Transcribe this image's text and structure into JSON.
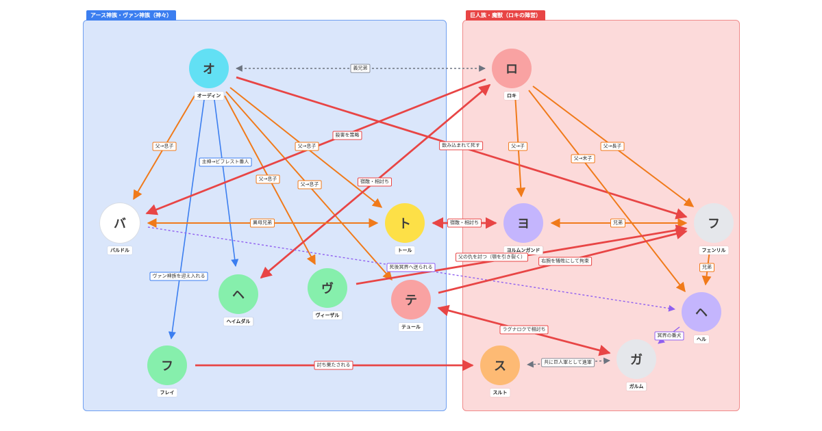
{
  "groups": {
    "aesir": "アース神族・ヴァン神族（神々）",
    "jotun": "巨人族・魔獣（ロキの陣営）"
  },
  "colors": {
    "orange": "#f07a1a",
    "red": "#e84545",
    "blue": "#3b7ef0",
    "purple": "#8f5ff0",
    "gray": "#6d7480"
  },
  "nodes": {
    "odin": {
      "glyph": "オ",
      "label": "オーディン",
      "color": "#62e0f4"
    },
    "loki": {
      "glyph": "ロ",
      "label": "ロキ",
      "color": "#f9a2a2"
    },
    "baldr": {
      "glyph": "バ",
      "label": "バルドル",
      "color": "#ffffff"
    },
    "thor": {
      "glyph": "ト",
      "label": "トール",
      "color": "#fde047"
    },
    "jormungandr": {
      "glyph": "ヨ",
      "label": "ヨルムンガンド",
      "color": "#c4b5fd"
    },
    "fenrir": {
      "glyph": "フ",
      "label": "フェンリル",
      "color": "#e5e7eb"
    },
    "heimdall": {
      "glyph": "ヘ",
      "label": "ヘイムダル",
      "color": "#86efac"
    },
    "vidar": {
      "glyph": "ヴ",
      "label": "ヴィーザル",
      "color": "#86efac"
    },
    "tyr": {
      "glyph": "テ",
      "label": "テュール",
      "color": "#f9a2a2"
    },
    "hel": {
      "glyph": "ヘ",
      "label": "ヘル",
      "color": "#c4b5fd"
    },
    "freyr": {
      "glyph": "フ",
      "label": "フレイ",
      "color": "#86efac"
    },
    "surtr": {
      "glyph": "ス",
      "label": "スルト",
      "color": "#fdba74"
    },
    "garmr": {
      "glyph": "ガ",
      "label": "ガルム",
      "color": "#e5e7eb"
    }
  },
  "edges": {
    "odin_loki": "義兄弟",
    "odin_baldr": "父→息子",
    "odin_heimdall": "主神→ビフレスト番人",
    "odin_vidar": "父→息子",
    "odin_thor": "父→息子",
    "odin_tyr": "父→息子",
    "odin_freyr": "ヴァン神族を迎え入れる",
    "odin_fenrir": "飲み込まれて死す",
    "loki_baldr": "殺害を策略",
    "loki_heimdall": "宿敵・相討ち",
    "loki_jormungandr": "父→子",
    "loki_hel": "父→末子",
    "loki_fenrir": "父→長子",
    "baldr_thor": "異母兄弟",
    "baldr_hel": "死後冥界へ送られる",
    "thor_jormungandr": "宿敵・相討ち",
    "jormungandr_fenrir": "兄弟",
    "vidar_fenrir": "父の仇を討つ（顎を引き裂く）",
    "tyr_fenrir": "右腕を犠牲にして拘束",
    "fenrir_hel": "兄弟",
    "tyr_garmr": "ラグナロクで相討ち",
    "hel_garmr": "冥界の番犬",
    "freyr_surtr": "討ち果たされる",
    "garmr_surtr": "共に巨人軍として進軍"
  }
}
